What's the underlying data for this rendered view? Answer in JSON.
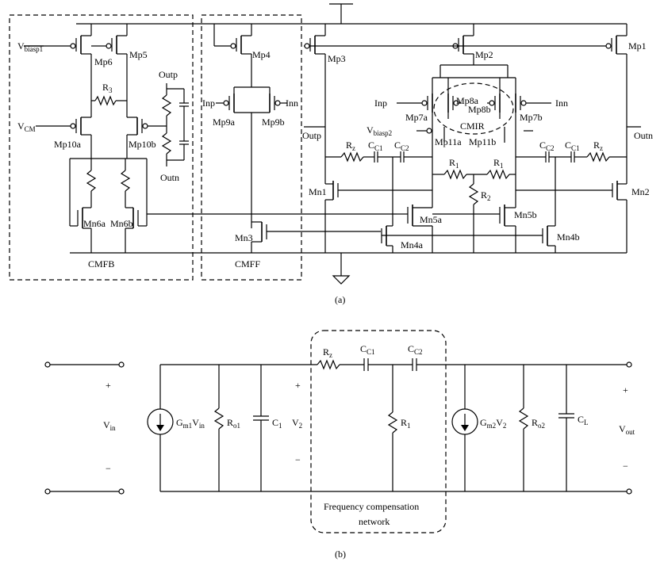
{
  "figure_a": {
    "caption": "(a)",
    "labels": {
      "vbiasp1": "V",
      "vbiasp1_sub": "biasp1",
      "vcm": "V",
      "vcm_sub": "CM",
      "vbiasp2": "V",
      "vbiasp2_sub": "biasp2",
      "mp6": "Mp6",
      "mp5": "Mp5",
      "mp4": "Mp4",
      "mp3": "Mp3",
      "mp2": "Mp2",
      "mp1": "Mp1",
      "r3": "R",
      "r3_sub": "3",
      "mp10a": "Mp10a",
      "mp10b": "Mp10b",
      "outp_cmfb": "Outp",
      "outn_cmfb": "Outn",
      "mn6a": "Mn6a",
      "mn6b": "Mn6b",
      "cmfb": "CMFB",
      "inp_cmff": "Inp",
      "inn_cmff": "Inn",
      "mp9a": "Mp9a",
      "mp9b": "Mp9b",
      "mn3": "Mn3",
      "cmff": "CMFF",
      "outp": "Outp",
      "outn": "Outn",
      "inp": "Inp",
      "inn": "Inn",
      "mp7a": "Mp7a",
      "mp7b": "Mp7b",
      "mp8a": "Mp8a",
      "mp8b": "Mp8b",
      "cmir": "CMIR",
      "mp11a": "Mp11a",
      "mp11b": "Mp11b",
      "rz": "R",
      "rz_sub": "z",
      "cc1": "C",
      "cc1_sub": "C1",
      "cc2": "C",
      "cc2_sub": "C2",
      "r1": "R",
      "r1_sub": "1",
      "r2": "R",
      "r2_sub": "2",
      "mn1": "Mn1",
      "mn2": "Mn2",
      "mn5a": "Mn5a",
      "mn5b": "Mn5b",
      "mn4a": "Mn4a",
      "mn4b": "Mn4b"
    }
  },
  "figure_b": {
    "caption": "(b)",
    "labels": {
      "plus": "+",
      "minus": "−",
      "vin": "V",
      "vin_sub": "in",
      "gm1": "G",
      "gm1_sub": "m1",
      "gm1_v": "V",
      "gm1_v_sub": "in",
      "ro1": "R",
      "ro1_sub": "o1",
      "c1": "C",
      "c1_sub": "1",
      "v2": "V",
      "v2_sub": "2",
      "rz": "R",
      "rz_sub": "z",
      "cc1": "C",
      "cc1_sub": "C1",
      "cc2": "C",
      "cc2_sub": "C2",
      "r1": "R",
      "r1_sub": "1",
      "gm2": "G",
      "gm2_sub": "m2",
      "gm2_v": "V",
      "gm2_v_sub": "2",
      "ro2": "R",
      "ro2_sub": "o2",
      "cl": "C",
      "cl_sub": "L",
      "vout": "V",
      "vout_sub": "out",
      "network_line1": "Frequency compensation",
      "network_line2": "network"
    }
  }
}
